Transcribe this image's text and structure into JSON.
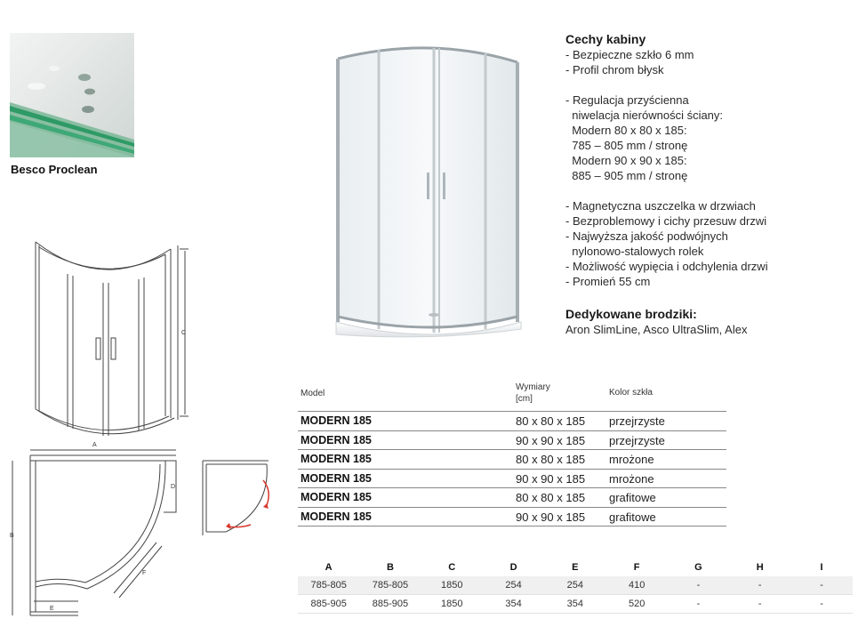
{
  "proclean": {
    "label": "Besco Proclean"
  },
  "diagram_labels": {
    "c": "C",
    "a": "A",
    "b": "B",
    "d": "D",
    "e": "E",
    "f": "F"
  },
  "features": {
    "title": "Cechy kabiny",
    "groups": [
      [
        "- Bezpieczne szkło 6 mm",
        "- Profil chrom błysk"
      ],
      [
        "- Regulacja przyścienna",
        "  niwelacja nierówności ściany:",
        "  Modern 80 x 80 x 185:",
        "  785 – 805 mm / stronę",
        "  Modern 90 x 90 x 185:",
        "  885 – 905 mm / stronę"
      ],
      [
        "- Magnetyczna uszczelka w drzwiach",
        "- Bezproblemowy i cichy przesuw drzwi",
        "- Najwyższa jakość podwójnych",
        "  nylonowo-stalowych rolek",
        "- Możliwość wypięcia i odchylenia drzwi",
        "- Promień 55 cm"
      ]
    ]
  },
  "trays": {
    "title": "Dedykowane brodziki:",
    "text": "Aron SlimLine, Asco UltraSlim, Alex"
  },
  "model_table": {
    "headers": {
      "model": "Model",
      "dims_line1": "Wymiary",
      "dims_line2": "[cm]",
      "color": "Kolor szkła"
    },
    "rows": [
      {
        "model": "MODERN 185",
        "dims": "80 x 80 x 185",
        "color": "przejrzyste"
      },
      {
        "model": "MODERN 185",
        "dims": "90 x 90 x 185",
        "color": "przejrzyste"
      },
      {
        "model": "MODERN 185",
        "dims": "80 x 80 x 185",
        "color": "mrożone"
      },
      {
        "model": "MODERN 185",
        "dims": "90 x 90 x 185",
        "color": "mrożone"
      },
      {
        "model": "MODERN 185",
        "dims": "80 x 80 x 185",
        "color": "grafitowe"
      },
      {
        "model": "MODERN 185",
        "dims": "90 x 90 x 185",
        "color": "grafitowe"
      }
    ]
  },
  "dims_table": {
    "headers": [
      "A",
      "B",
      "C",
      "D",
      "E",
      "F",
      "G",
      "H",
      "I"
    ],
    "rows": [
      [
        "785-805",
        "785-805",
        "1850",
        "254",
        "254",
        "410",
        "-",
        "-",
        "-"
      ],
      [
        "885-905",
        "885-905",
        "1850",
        "354",
        "354",
        "520",
        "-",
        "-",
        "-"
      ]
    ]
  },
  "colors": {
    "accent_red": "#d9362b",
    "frame": "#555555",
    "glass": "#eef2f4",
    "proclean_green": "#3fa877"
  }
}
